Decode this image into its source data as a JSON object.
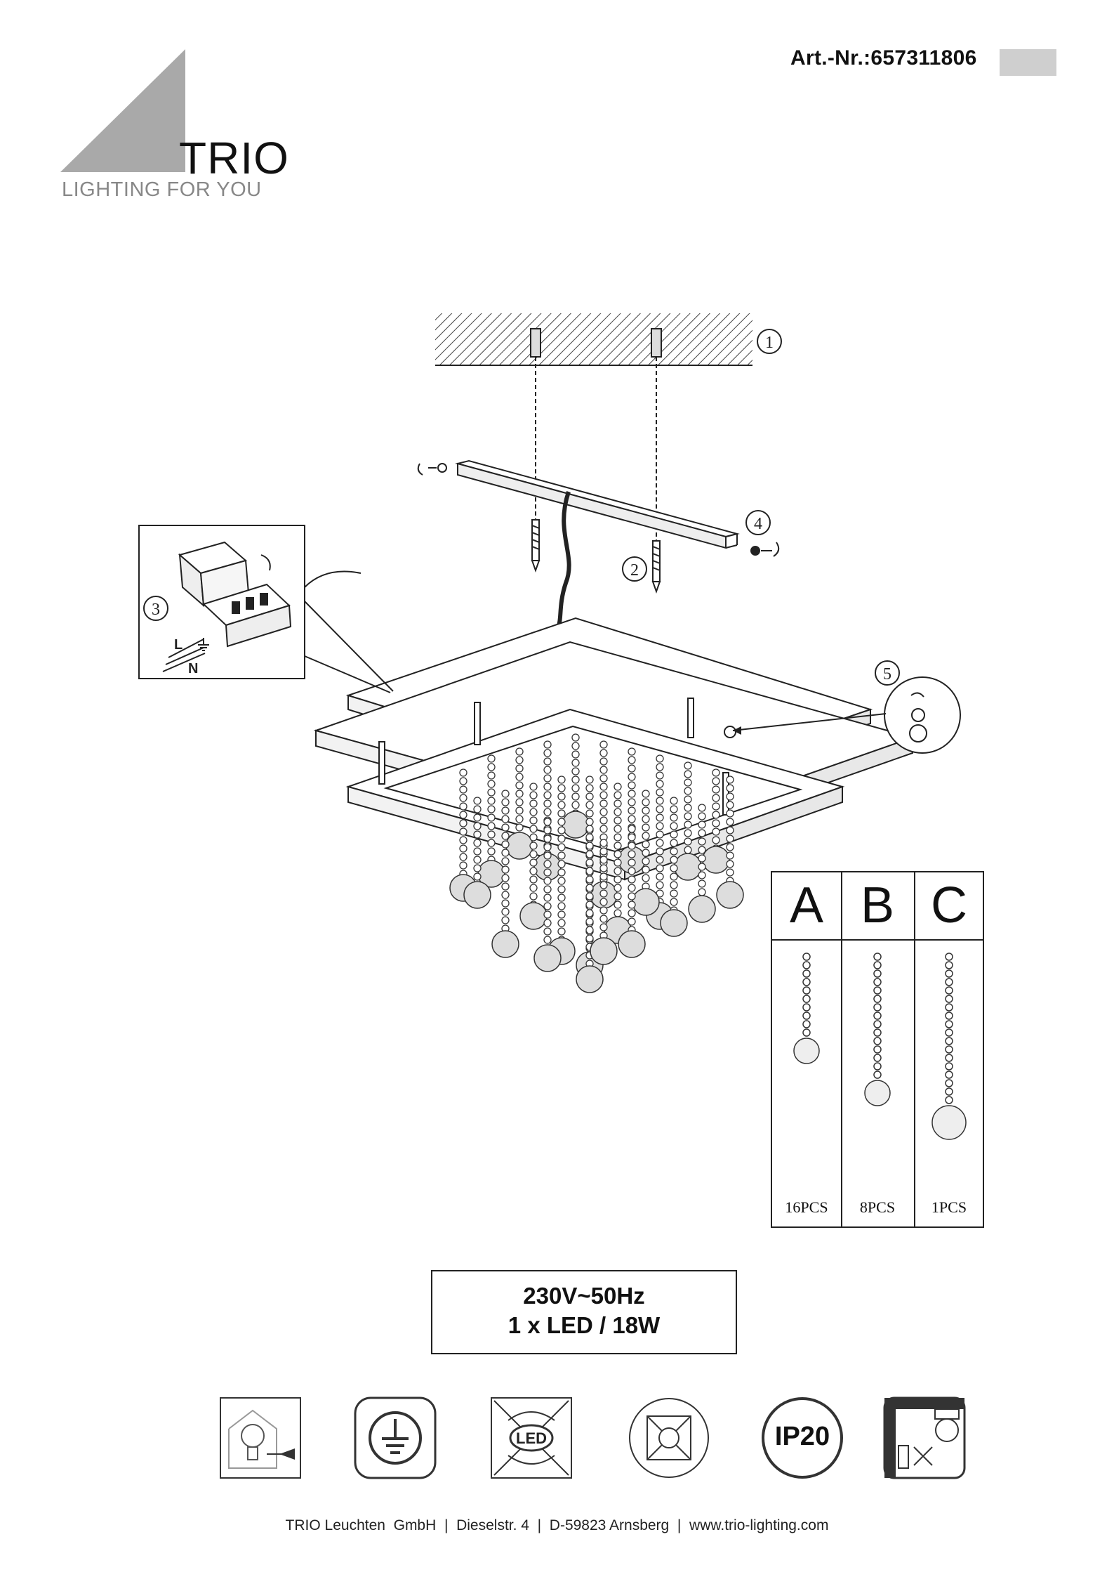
{
  "header": {
    "article_number": "Art.-Nr.:657311806",
    "brand": "TRIO",
    "tagline": "LIGHTING FOR YOU"
  },
  "steps": [
    "1",
    "2",
    "3",
    "4",
    "5"
  ],
  "wiring": {
    "live": "L",
    "neutral": "N"
  },
  "pendants": [
    {
      "code": "A",
      "quantity": "16PCS"
    },
    {
      "code": "B",
      "quantity": "8PCS"
    },
    {
      "code": "C",
      "quantity": "1PCS"
    }
  ],
  "specs": {
    "voltage": "230V~50Hz",
    "lamp": "1 x LED / 18W"
  },
  "icons": {
    "ip_rating": "IP20",
    "led_label": "LED",
    "names": [
      "replaceable-bulb-icon",
      "protection-class-earth-icon",
      "led-not-replaceable-icon",
      "no-dimmer-icon",
      "ip20-rating-icon",
      "ceiling-mount-only-icon"
    ]
  },
  "footer": {
    "company": "TRIO Leuchten  GmbH",
    "address": "Dieselstr. 4",
    "city": "D-59823 Arnsberg",
    "website": "www.trio-lighting.com"
  }
}
